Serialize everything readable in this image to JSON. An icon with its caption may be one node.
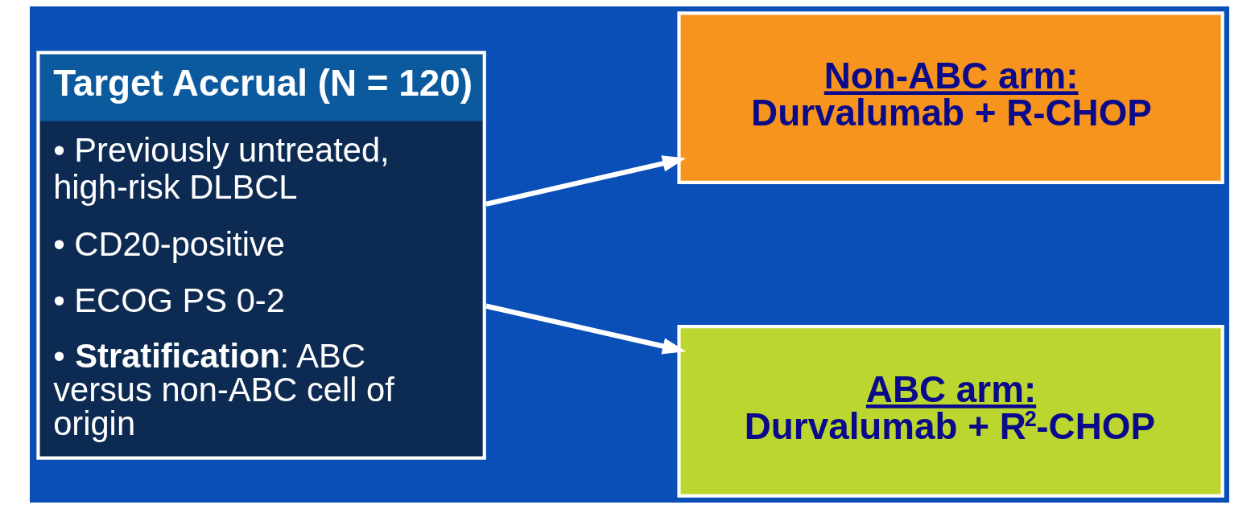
{
  "diagram": {
    "nodes": [
      {
        "text": [
          "Target Accrual (N = 120)",
          "• Previously untreated, high-risk DLBCL",
          "• CD20-positive",
          "• ECOG PS 0-2",
          "• **Stratification**: ABC versus non-ABC cell of origin"
        ]
      },
      {
        "text": [
          "Non-ABC arm:",
          "Durvalumab + R-CHOP"
        ]
      },
      {
        "text": [
          "ABC arm:",
          "Durvalumab + R$^{2}$-CHOP"
        ]
      }
    ],
    "edges": [
      {
        "from": 0,
        "to": 1,
        "arrow": "to"
      },
      {
        "from": 0,
        "to": 2,
        "arrow": "to"
      }
    ]
  }
}
